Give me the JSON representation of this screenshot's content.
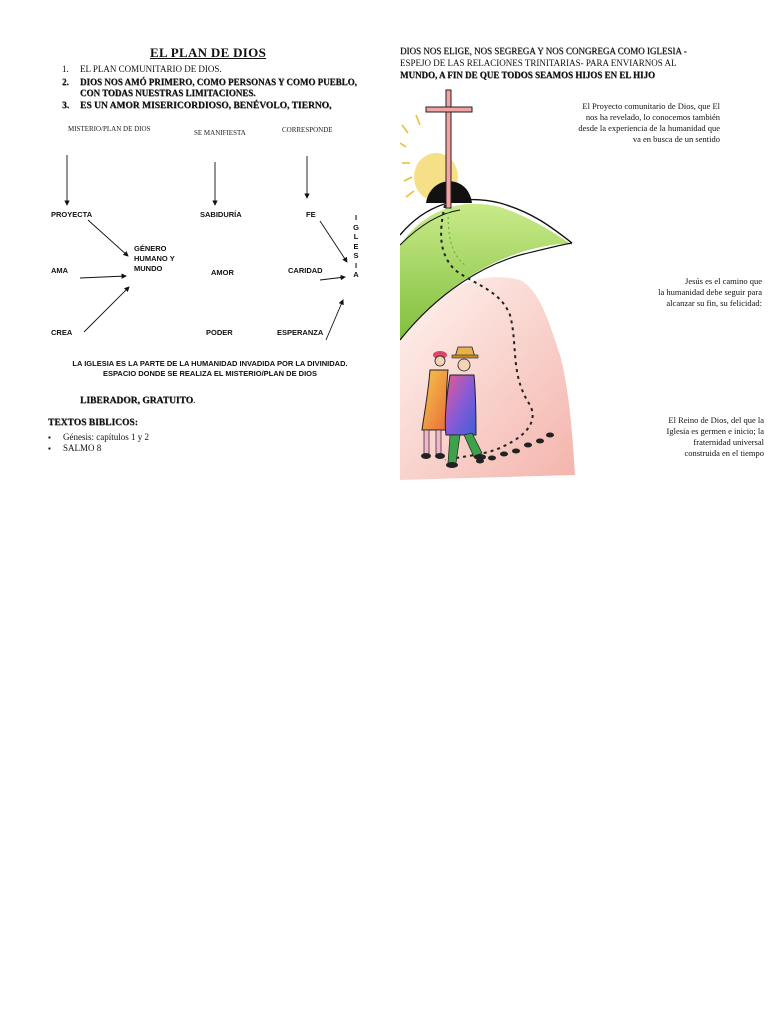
{
  "left": {
    "title": "EL PLAN DE DIOS",
    "points": [
      {
        "num": "1.",
        "text": "EL PLAN COMUNITARIO DE DIOS."
      },
      {
        "num": "2.",
        "line1": "DIOS NOS AMÓ PRIMERO, COMO PERSONAS  Y COMO PUEBLO,",
        "line2": "CON TODAS NUESTRAS LIMITACIONES."
      },
      {
        "num": "3.",
        "text": "ES UN AMOR MISERICORDIOSO, BENÉVOLO, TIERNO,"
      }
    ],
    "diagram": {
      "headers": [
        "MISTERIO/PLAN DE DIOS",
        "SE  MANIFIESTA",
        "CORRESPONDE"
      ],
      "col1": [
        "PROYECTA",
        "AMA",
        "CREA"
      ],
      "center": [
        "GÉNERO",
        "HUMANO Y",
        "MUNDO"
      ],
      "col2": [
        "SABIDURÍA",
        "AMOR",
        "PODER"
      ],
      "col3": [
        "FE",
        "CARIDAD",
        "ESPERANZA"
      ],
      "vertical": "IGLESIA"
    },
    "note_line1": "LA IGLESIA ES LA PARTE DE LA HUMANIDAD INVADIDA POR LA DIVINIDAD.",
    "note_line2": "ESPACIO DONDE SE REALIZA EL MISTERIO/PLAN DE DIOS",
    "liberador": "LIBERADOR, GRATUITO",
    "liberador_end": ".",
    "textos_title": "TEXTOS BIBLICOS",
    "textos_colon": ":",
    "textos": [
      "Génesis: capítulos  1 y 2",
      "SALMO 8"
    ]
  },
  "right": {
    "header_line1": "DIOS NOS ELIGE, NOS SEGREGA Y NOS CONGREGA COMO IGLESIA  -",
    "header_line2": "ESPEJO DE LAS RELACIONES TRINITARIAS-   PARA ENVIARNOS AL",
    "header_line3": "MUNDO, A FIN DE QUE TODOS SEAMOS HIJOS  EN EL HIJO",
    "text1": [
      "El Proyecto comunitario de Dios, que El",
      "nos ha revelado, lo conocemos también",
      "desde la experiencia de la humanidad que",
      "va en busca de un sentido"
    ],
    "text2": [
      "Jesús es el camino que",
      "la humanidad debe seguir para",
      "alcanzar su  fin, su felicidad:"
    ],
    "text3": [
      "El Reino de Dios, del que la",
      "Iglesia es germen e inicio; la",
      "fraternidad universal",
      "construida en el tiempo"
    ]
  },
  "colors": {
    "hill_green": "#9acd5a",
    "path_pink": "#f4b9b0",
    "sun_yellow": "#f3d86a"
  }
}
